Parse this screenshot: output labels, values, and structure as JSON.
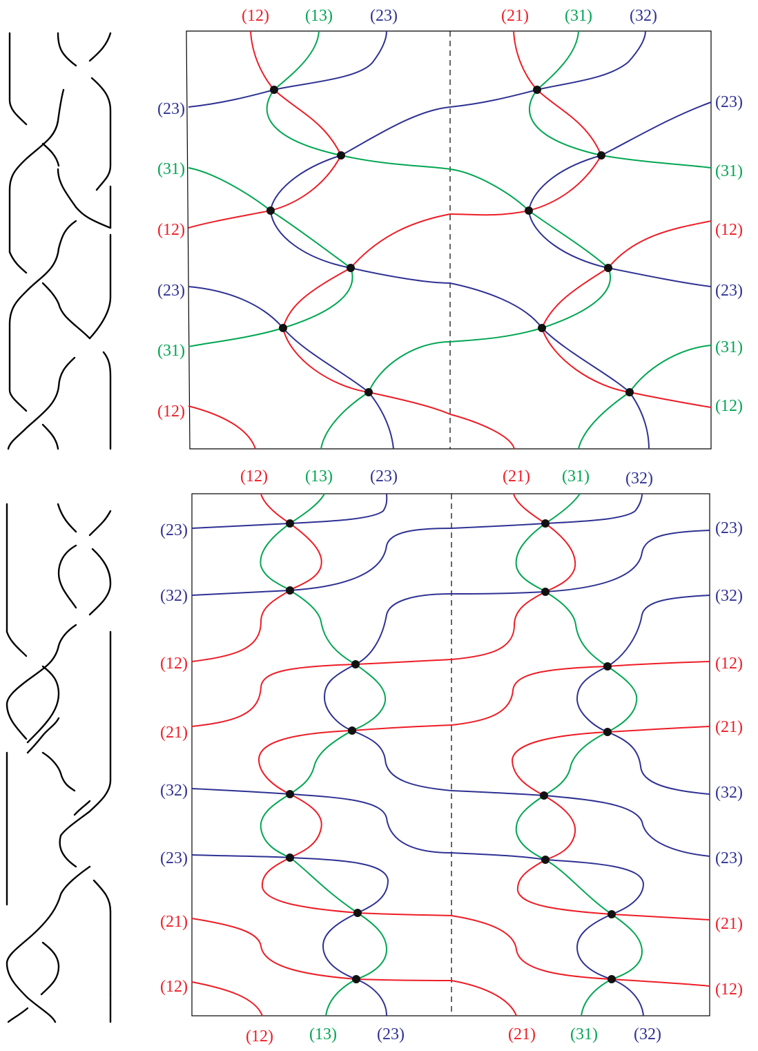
{
  "colors": {
    "red": "#ee1c25",
    "green": "#00a651",
    "blue": "#2e3192",
    "black": "#000000"
  },
  "top_panel": {
    "top_labels": [
      "(12)",
      "(13)",
      "(23)",
      "(21)",
      "(31)",
      "(32)"
    ],
    "left_labels": [
      "(23)",
      "(31)",
      "(12)",
      "(23)",
      "(31)",
      "(12)"
    ],
    "right_labels": [
      "(23)",
      "(31)",
      "(12)",
      "(23)",
      "(31)",
      "(12)"
    ]
  },
  "bottom_panel": {
    "top_labels": [
      "(12)",
      "(13)",
      "(23)",
      "(21)",
      "(31)",
      "(32)"
    ],
    "bottom_labels": [
      "(12)",
      "(13)",
      "(23)",
      "(21)",
      "(31)",
      "(32)"
    ],
    "left_labels": [
      "(23)",
      "(32)",
      "(12)",
      "(21)",
      "(32)",
      "(23)",
      "(21)",
      "(12)"
    ],
    "right_labels": [
      "(23)",
      "(32)",
      "(12)",
      "(21)",
      "(32)",
      "(23)",
      "(21)",
      "(12)"
    ]
  }
}
